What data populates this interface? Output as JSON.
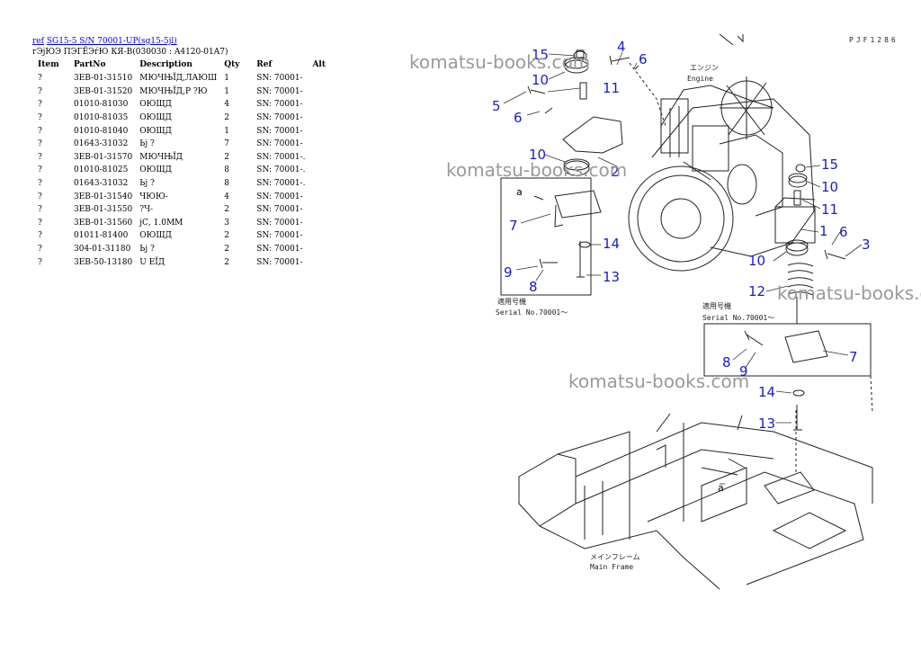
{
  "header": {
    "link_ref": "ref",
    "link_model": "SG15-5 S/N 70001-UP(sg15-5jl)",
    "subtitle": "гЭјЮЭ ПЭГЁЭѓЮ КЯ-В(030030 : A4120-01A7)"
  },
  "table": {
    "columns": [
      "Item",
      "PartNo",
      "Description",
      "Qty",
      "Ref",
      "Alt"
    ],
    "rows": [
      {
        "item": "?",
        "part": "3EB-01-31510",
        "desc": "МЮЧЊЇД,ЛАЮШ",
        "qty": "1",
        "ref": "SN: 70001-",
        "alt": ""
      },
      {
        "item": "?",
        "part": "3EB-01-31520",
        "desc": "МЮЧЊЇД,Р ?Ю",
        "qty": "1",
        "ref": "SN: 70001-",
        "alt": ""
      },
      {
        "item": "?",
        "part": "01010-81030",
        "desc": "ОЮЩД",
        "qty": "4",
        "ref": "SN: 70001-",
        "alt": ""
      },
      {
        "item": "?",
        "part": "01010-81035",
        "desc": "ОЮЩД",
        "qty": "2",
        "ref": "SN: 70001-",
        "alt": ""
      },
      {
        "item": "?",
        "part": "01010-81040",
        "desc": "ОЮЩД",
        "qty": "1",
        "ref": "SN: 70001-",
        "alt": ""
      },
      {
        "item": "?",
        "part": "01643-31032",
        "desc": "Ьј ?",
        "qty": "7",
        "ref": "SN: 70001-",
        "alt": ""
      },
      {
        "item": "?",
        "part": "3EB-01-31570",
        "desc": "МЮЧЊЇД",
        "qty": "2",
        "ref": "SN: 70001-.",
        "alt": ""
      },
      {
        "item": "?",
        "part": "01010-81025",
        "desc": "ОЮЩД",
        "qty": "8",
        "ref": "SN: 70001-.",
        "alt": ""
      },
      {
        "item": "?",
        "part": "01643-31032",
        "desc": "Ьј ?",
        "qty": "8",
        "ref": "SN: 70001-.",
        "alt": ""
      },
      {
        "item": "?",
        "part": "3EB-01-31540",
        "desc": "ЧЮЮ-",
        "qty": "4",
        "ref": "SN: 70001-",
        "alt": ""
      },
      {
        "item": "?",
        "part": "3EB-01-31550",
        "desc": "?Ч-",
        "qty": "2",
        "ref": "SN: 70001-",
        "alt": ""
      },
      {
        "item": "?",
        "part": "3EB-01-31560",
        "desc": "јС, 1.0ММ",
        "qty": "3",
        "ref": "SN: 70001-",
        "alt": ""
      },
      {
        "item": "?",
        "part": "01011-81400",
        "desc": "ОЮЩД",
        "qty": "2",
        "ref": "SN: 70001-",
        "alt": ""
      },
      {
        "item": "?",
        "part": "304-01-31180",
        "desc": "Ьј ?",
        "qty": "2",
        "ref": "SN: 70001-",
        "alt": ""
      },
      {
        "item": "?",
        "part": "3EB-50-13180",
        "desc": "U ЕЇД",
        "qty": "2",
        "ref": "SN: 70001-",
        "alt": ""
      }
    ]
  },
  "diagram": {
    "sheet_code": "PJF1286",
    "watermark": "komatsu-books.com",
    "engine_jp": "エンジン",
    "engine_en": "Engine",
    "serial_jp": "適用号機",
    "serial_left": "Serial No.70001～",
    "serial_right": "Serial No.70001～",
    "frame_jp": "メインフレーム",
    "frame_en": "Main Frame",
    "detail_letter": "a",
    "callouts": [
      "15",
      "4",
      "6",
      "10",
      "11",
      "5",
      "6",
      "10",
      "2",
      "7",
      "9",
      "8",
      "14",
      "13",
      "15",
      "10",
      "11",
      "1",
      "6",
      "3",
      "10",
      "12",
      "8",
      "9",
      "7",
      "14",
      "13",
      "a"
    ]
  }
}
